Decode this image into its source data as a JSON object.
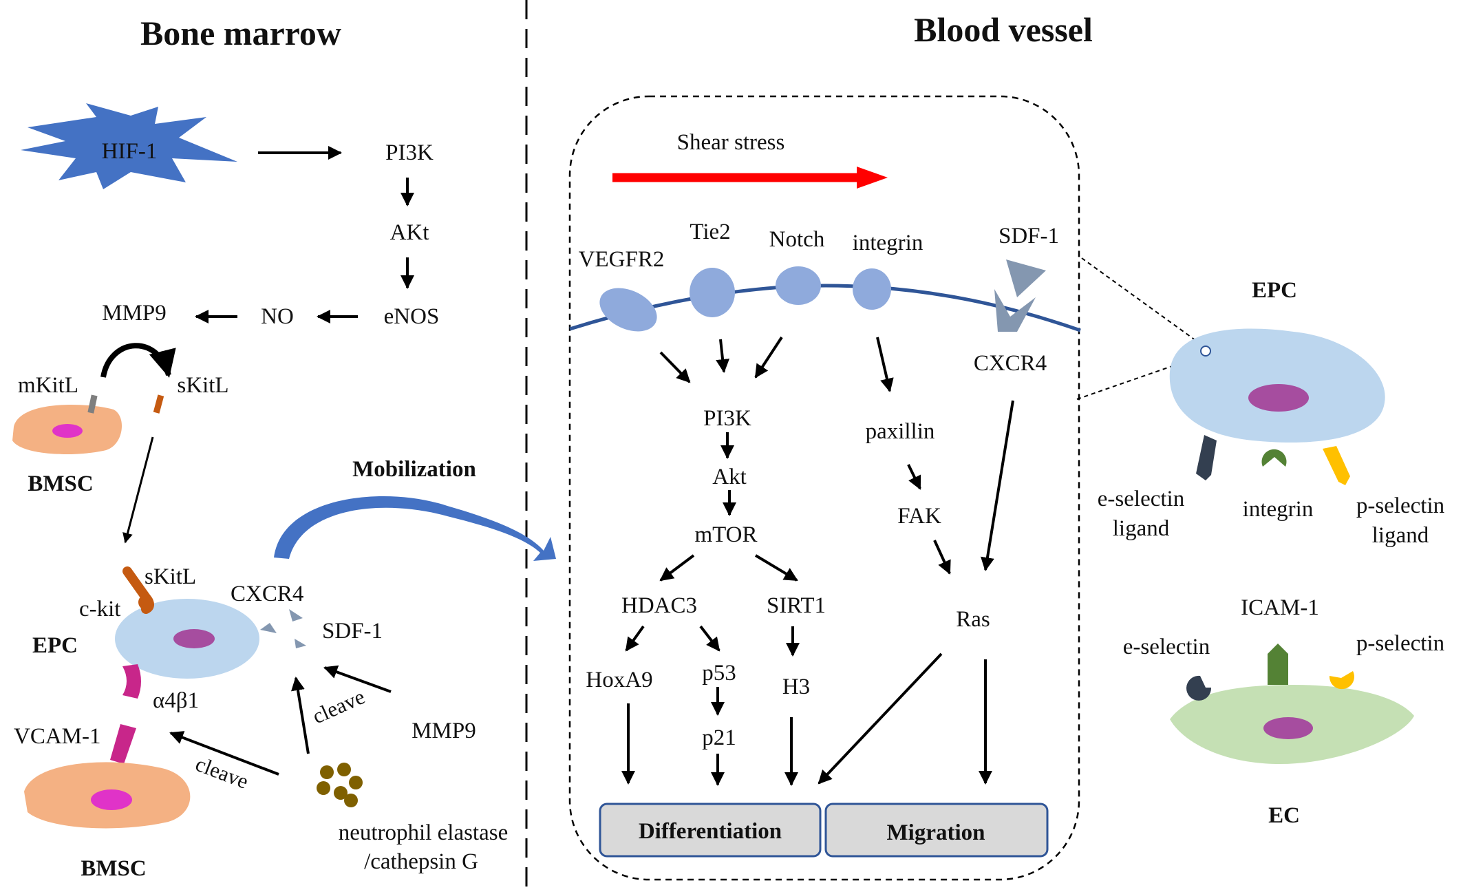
{
  "headers": {
    "left": "Bone marrow",
    "right": "Blood vessel"
  },
  "bone_marrow": {
    "hif1": "HIF-1",
    "pi3k": "PI3K",
    "akt": "AKt",
    "enos": "eNOS",
    "no": "NO",
    "mmp9_top": "MMP9",
    "mkitl": "mKitL",
    "skitl_top": "sKitL",
    "bmsc_top": "BMSC",
    "skitl": "sKitL",
    "ckit": "c-kit",
    "epc": "EPC",
    "cxcr4": "CXCR4",
    "sdf1": "SDF-1",
    "a4b1": "α4β1",
    "vcam1": "VCAM-1",
    "cleave1": "cleave",
    "cleave2": "cleave",
    "mmp9_bottom": "MMP9",
    "elastase_line1": "neutrophil elastase",
    "elastase_line2": "/cathepsin G",
    "bmsc_bottom": "BMSC",
    "mobilization": "Mobilization"
  },
  "blood_vessel": {
    "shear_stress": "Shear stress",
    "vegfr2": "VEGFR2",
    "tie2": "Tie2",
    "notch": "Notch",
    "integrin": "integrin",
    "sdf1": "SDF-1",
    "cxcr4": "CXCR4",
    "pi3k": "PI3K",
    "akt": "Akt",
    "mtor": "mTOR",
    "hdac3": "HDAC3",
    "sirt1": "SIRT1",
    "hoxa9": "HoxA9",
    "p53": "p53",
    "p21": "p21",
    "h3": "H3",
    "paxillin": "paxillin",
    "fak": "FAK",
    "ras": "Ras",
    "differentiation": "Differentiation",
    "migration": "Migration"
  },
  "right_panel": {
    "epc": "EPC",
    "e_selectin_ligand_1": "e-selectin",
    "e_selectin_ligand_2": "ligand",
    "integrin": "integrin",
    "p_selectin_ligand_1": "p-selectin",
    "p_selectin_ligand_2": "ligand",
    "icam1": "ICAM-1",
    "e_selectin": "e-selectin",
    "p_selectin": "p-selectin",
    "ec": "EC"
  },
  "colors": {
    "epc_cell": "#bcd6ee",
    "nucleus": "#a64d9f",
    "bmsc_cell": "#f4b183",
    "bmsc_nucleus": "#e033c8",
    "receptor": "#8faadc",
    "membrane": "#2f5597",
    "shear_arrow": "#ff0000",
    "mobilization_arrow": "#4472c4",
    "hif_star": "#4472c4",
    "ec_cell": "#c5e0b4",
    "outcome_box_fill": "#d9d9d9",
    "outcome_box_border": "#2f5597"
  }
}
